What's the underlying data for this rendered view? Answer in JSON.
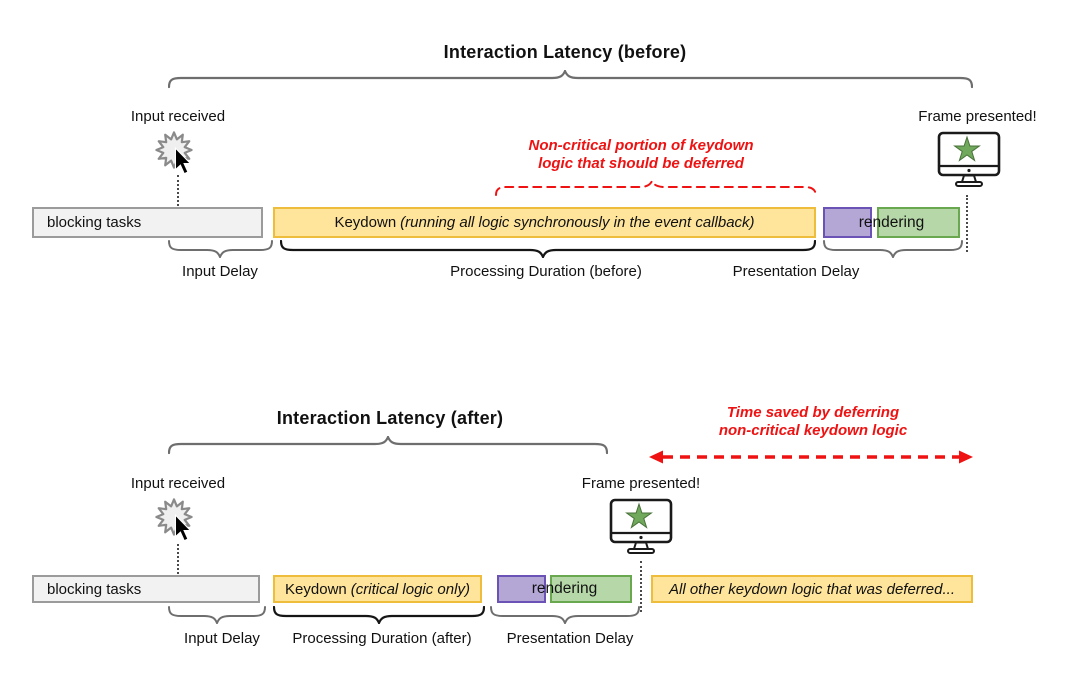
{
  "colors": {
    "bar_yellow_fill": "#ffe59b",
    "bar_yellow_border": "#efbd3c",
    "bar_purple_fill": "#b4a7d6",
    "bar_purple_border": "#6a53b4",
    "bar_green_fill": "#b6d7a8",
    "bar_green_border": "#6aa84f",
    "bar_gray_fill": "#f2f2f2",
    "bar_gray_border": "#9b9b9b",
    "annotation_red": "#ef1212",
    "brace_gray": "#6e6e6e",
    "brace_dark": "#151515",
    "star_green": "#70a85c"
  },
  "before": {
    "title": "Interaction Latency (before)",
    "input_received": "Input received",
    "frame_presented": "Frame presented!",
    "deferred_note_line1": "Non-critical portion of keydown",
    "deferred_note_line2": "logic that should be deferred",
    "bars": {
      "blocking": "blocking tasks",
      "keydown_main": "Keydown",
      "keydown_detail": "(running all logic synchronously in the event callback)",
      "rendering": "rendering"
    },
    "spans": {
      "input_delay": "Input Delay",
      "processing": "Processing Duration (before)",
      "presentation": "Presentation Delay"
    }
  },
  "after": {
    "title": "Interaction Latency (after)",
    "time_saved_line1": "Time saved by deferring",
    "time_saved_line2": "non-critical keydown logic",
    "input_received": "Input received",
    "frame_presented": "Frame presented!",
    "bars": {
      "blocking": "blocking tasks",
      "keydown_main": "Keydown",
      "keydown_detail": "(critical logic only)",
      "rendering": "rendering",
      "deferred": "All other keydown logic that was deferred..."
    },
    "spans": {
      "input_delay": "Input Delay",
      "processing": "Processing Duration (after)",
      "presentation": "Presentation Delay"
    }
  }
}
